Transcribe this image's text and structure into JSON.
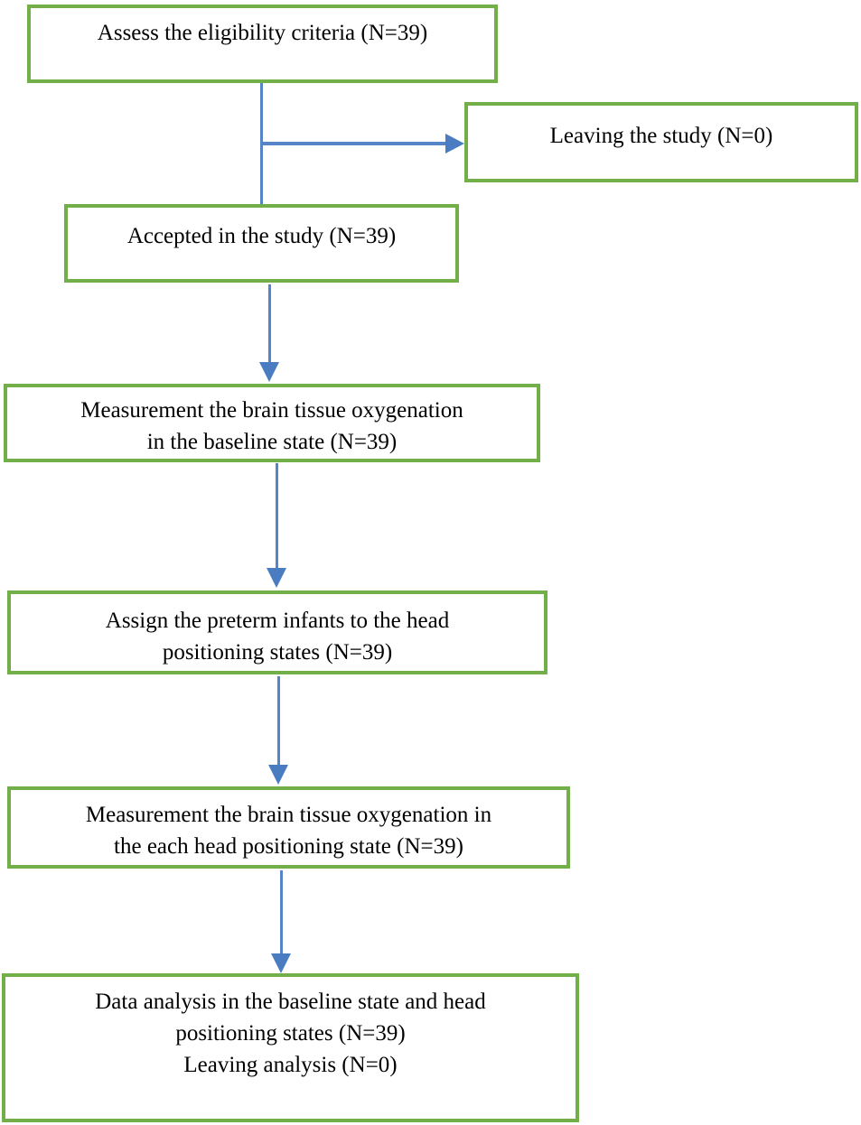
{
  "diagram": {
    "title": "Study participant flow diagram",
    "type": "flowchart",
    "colors": {
      "box_border": "#72AF49",
      "arrow": "#4A7CC2",
      "text": "#000000",
      "background": "#FFFFFF"
    },
    "boxes": [
      {
        "id": "assess",
        "label": "Assess the eligibility criteria (N=39)",
        "lines": [
          "Assess the eligibility criteria (N=39)"
        ]
      },
      {
        "id": "leaving",
        "label": "Leaving the study (N=0)",
        "lines": [
          "Leaving the study (N=0)"
        ]
      },
      {
        "id": "accepted",
        "label": "Accepted in the study (N=39)",
        "lines": [
          "Accepted in the study (N=39)"
        ]
      },
      {
        "id": "baseline",
        "label": "Measurement the brain tissue oxygenation in the baseline state (N=39)",
        "lines": [
          "Measurement the brain tissue oxygenation",
          "in the baseline state (N=39)"
        ]
      },
      {
        "id": "assign",
        "label": "Assign the preterm infants to the head positioning states (N=39)",
        "lines": [
          "Assign the preterm infants to the head",
          "positioning states (N=39)"
        ]
      },
      {
        "id": "each_head",
        "label": "Measurement the brain tissue oxygenation in the each head positioning state (N=39)",
        "lines": [
          "Measurement the brain tissue oxygenation in",
          "the each head positioning state (N=39)"
        ]
      },
      {
        "id": "analysis",
        "label": "Data analysis in the baseline state and head positioning states (N=39) Leaving analysis (N=0)",
        "lines": [
          "Data analysis in the baseline state and head",
          "positioning states (N=39)",
          "Leaving analysis (N=0)"
        ]
      }
    ]
  }
}
